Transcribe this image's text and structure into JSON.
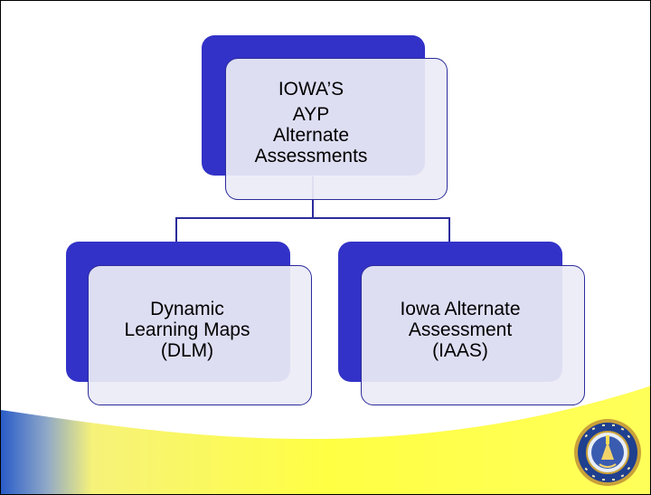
{
  "diagram": {
    "root": {
      "lines": [
        "IOWA’S",
        "AYP",
        "Alternate",
        "Assessments"
      ]
    },
    "children": [
      {
        "lines": [
          "Dynamic",
          "Learning Maps",
          "(DLM)"
        ]
      },
      {
        "lines": [
          "Iowa Alternate",
          "Assessment",
          "(IAAS)"
        ]
      }
    ]
  },
  "logo": {
    "icon": "department-of-education-seal-icon"
  },
  "colors": {
    "node_back": "#3232c8",
    "node_border": "#2c2c9c",
    "node_fill": "#ececf6",
    "band_yellow": "#ffff44",
    "band_blue": "#2a5cc8"
  }
}
